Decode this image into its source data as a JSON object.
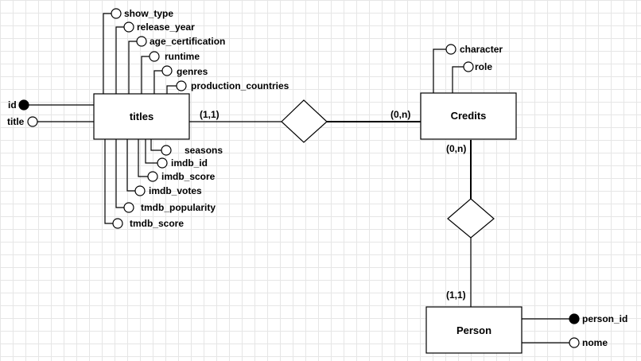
{
  "diagram": {
    "colors": {
      "line": "#000000",
      "entity_fill": "#ffffff",
      "grid": "#e6e6e6"
    },
    "entities": {
      "titles": {
        "label": "titles"
      },
      "credits": {
        "label": "Credits"
      },
      "person": {
        "label": "Person"
      }
    },
    "relationships": {
      "titles_credits": {
        "titles_card": "(1,1)",
        "credits_card": "(0,n)"
      },
      "credits_person": {
        "credits_card": "(0,n)",
        "person_card": "(1,1)"
      }
    },
    "titles_attributes": {
      "id": "id",
      "title": "title",
      "show_type": "show_type",
      "release_year": "release_year",
      "age_certification": "age_certification",
      "runtime": "runtime",
      "genres": "genres",
      "production_countries": "production_countries",
      "seasons": "seasons",
      "imdb_id": "imdb_id",
      "imdb_score": "imdb_score",
      "imdb_votes": "imdb_votes",
      "tmdb_popularity": "tmdb_popularity",
      "tmdb_score": "tmdb_score"
    },
    "credits_attributes": {
      "character": "character",
      "role": "role"
    },
    "person_attributes": {
      "person_id": "person_id",
      "nome": "nome"
    },
    "key_attributes": [
      "id",
      "person_id"
    ]
  }
}
